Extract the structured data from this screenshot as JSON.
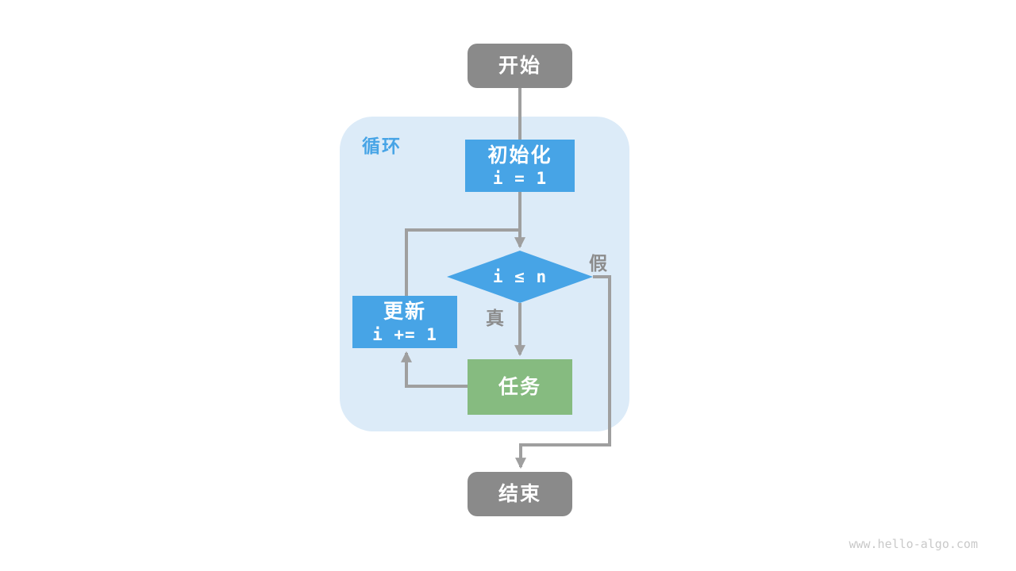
{
  "colors": {
    "blue": "#47a4e6",
    "light-blue": "#dcebf8",
    "green": "#86bb80",
    "node-gray": "#8a8a8a",
    "line": "#9f9f9f",
    "label-gray": "#8c8c8c",
    "watermark": "#c9c9c9"
  },
  "diagram": {
    "loop_label": "循环",
    "nodes": {
      "start": {
        "label": "开始"
      },
      "init": {
        "label": "初始化",
        "code": "i = 1"
      },
      "condition": {
        "code": "i ≤ n"
      },
      "update": {
        "label": "更新",
        "code": "i += 1"
      },
      "task": {
        "label": "任务"
      },
      "end": {
        "label": "结束"
      }
    },
    "edge_labels": {
      "true": "真",
      "false": "假"
    }
  },
  "watermark": "www.hello-algo.com"
}
